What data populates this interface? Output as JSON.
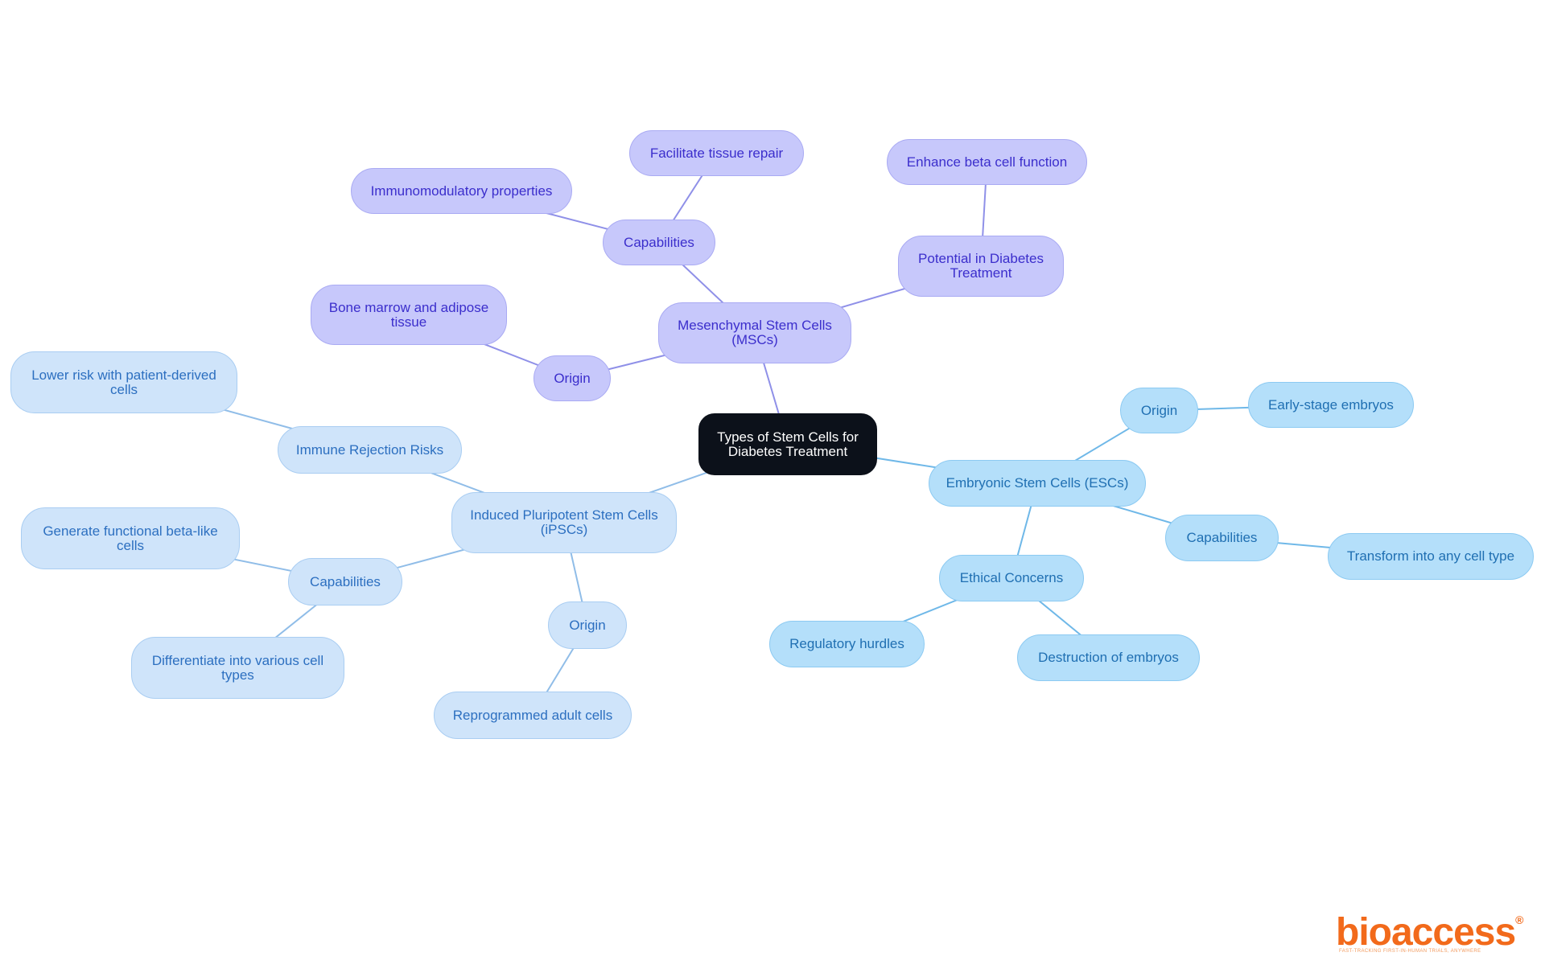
{
  "diagram": {
    "root": "Types of Stem Cells for Diabetes Treatment",
    "branches": {
      "msc": {
        "label": "Mesenchymal Stem Cells (MSCs)",
        "origin": "Origin",
        "origin_detail": "Bone marrow and adipose tissue",
        "capabilities": "Capabilities",
        "cap_1": "Immunomodulatory properties",
        "cap_2": "Facilitate tissue repair",
        "potential": "Potential in Diabetes Treatment",
        "potential_detail": "Enhance beta cell function"
      },
      "esc": {
        "label": "Embryonic Stem Cells (ESCs)",
        "origin": "Origin",
        "origin_detail": "Early-stage embryos",
        "capabilities": "Capabilities",
        "cap_1": "Transform into any cell type",
        "ethical": "Ethical Concerns",
        "ethical_1": "Regulatory hurdles",
        "ethical_2": "Destruction of embryos"
      },
      "ipsc": {
        "label": "Induced Pluripotent Stem Cells (iPSCs)",
        "immune": "Immune Rejection Risks",
        "immune_detail": "Lower risk with patient-derived cells",
        "capabilities": "Capabilities",
        "cap_1": "Generate functional beta-like cells",
        "cap_2": "Differentiate into various cell types",
        "origin": "Origin",
        "origin_detail": "Reprogrammed adult cells"
      }
    },
    "colors": {
      "root_fill": "#0c111a",
      "msc_fill": "#c7c8fb",
      "msc_line": "#8f90e8",
      "esc_fill": "#b4dffa",
      "esc_line": "#6fb8e8",
      "ipsc_fill": "#cfe4fa",
      "ipsc_line": "#90bde8"
    }
  },
  "branding": {
    "logo_text": "bioaccess",
    "logo_mark": "®",
    "tagline": "FAST-TRACKING FIRST-IN-HUMAN TRIALS, ANYWHERE",
    "brand_color": "#f26a1b"
  }
}
